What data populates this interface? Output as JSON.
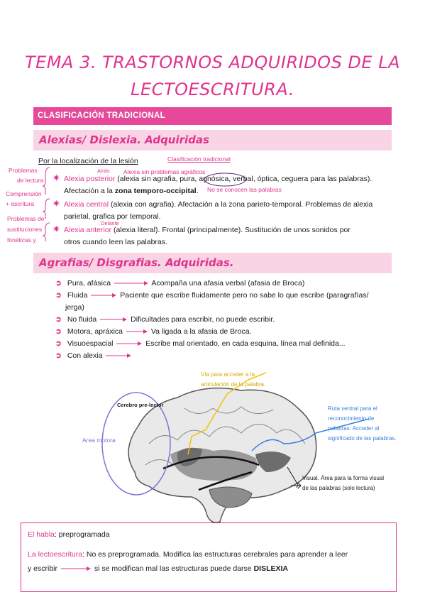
{
  "title_line1": "TEMA 3. TRASTORNOS ADQUIRIDOS DE LA",
  "title_line2": "LECTOESCRITURA.",
  "band_classification": "CLASIFICACIÓN TRADICIONAL",
  "band_alexias": "Alexias/ Dislexia. Adquiridas",
  "localizacion_label": "Por la localización de la lesión",
  "clasificacion_tradicional_note": "Clasificación tradicional",
  "atras_note": "Atrás",
  "alexia_sin_agrafia_note": "Alexia sin problemas agráficos",
  "no_se_conocen_note": "No se conocen las palabras",
  "delante_note": "Delante",
  "side_notes": {
    "problemas_lectura": [
      "Problemas",
      "de lectura"
    ],
    "comprension": [
      "Comprensión",
      "+ escritura"
    ],
    "problemas_sustitucion": [
      "Problemas de",
      "sustituciones",
      "fonéticas y"
    ]
  },
  "alexias": [
    {
      "name": "Alexia posterior",
      "text_line1": " (alexia sin agrafia, pura, agnósica, verbal, óptica, ceguera para las palabras).",
      "text_line2_pre": "Afectación a la ",
      "text_line2_bold": "zona temporo-occipital",
      "text_line2_post": "."
    },
    {
      "name": "Alexia central",
      "text_line1": " (alexia con agrafia).  Afectación a la zona parieto-temporal. Problemas de alexia",
      "text_line2": "parietal, grafica por temporal."
    },
    {
      "name": "Alexia anterior",
      "text_line1": " (alexia literal). Frontal (principalmente). Sustitución de unos sonidos por",
      "text_line2": "otros cuando leen las palabras."
    }
  ],
  "band_agrafias": "Agrafias/ Disgrafias. Adquiridas.",
  "agrafias": [
    {
      "label": "Pura, afásica",
      "desc": "Acompaña una afasia verbal (afasia de Broca)"
    },
    {
      "label": "Fluida",
      "desc": "Paciente que escribe fluidamente pero no sabe lo que escribe (paragrafías/",
      "desc2": "jerga)"
    },
    {
      "label": "No fluida",
      "desc": "Dificultades para escribir, no puede escribir."
    },
    {
      "label": "Motora, apráxica",
      "desc": "Va ligada a la afasia de Broca."
    },
    {
      "label": "Visuoespacial",
      "desc": "Escribe mal orientado, en cada esquina, línea mal definida..."
    },
    {
      "label": "Con alexia",
      "desc": ""
    }
  ],
  "brain": {
    "cerebro_label": "Cerebro pre-lector",
    "area_motora": "Area motora",
    "via_acceder": [
      "Vía para acceder a la",
      "articulación de la palabra."
    ],
    "ruta_ventral": [
      "Ruta ventral para el",
      "reconocimiento de",
      "palabras. Acceder al",
      "significado de las palabras."
    ],
    "visual": [
      "Visual. Área para la forma visual",
      "de las palabras (solo lectura)"
    ]
  },
  "box": {
    "habla_label": "El habla",
    "habla_text": ": preprogramada",
    "lecto_label": "La lectoescritura",
    "lecto_text": ":  No es preprogramada. Modifica las estructuras cerebrales para aprender a leer",
    "lecto_line2_pre": "y escribir",
    "lecto_line2_post": " si se modifican mal las estructuras puede darse ",
    "lecto_line2_bold": "DISLEXIA"
  },
  "colors": {
    "accent": "#e0338d",
    "band_dark": "#e6489a",
    "band_light": "#f8d4e5",
    "purple": "#8a6fd6",
    "yellow": "#f2c200",
    "blue": "#3b7fe0"
  }
}
